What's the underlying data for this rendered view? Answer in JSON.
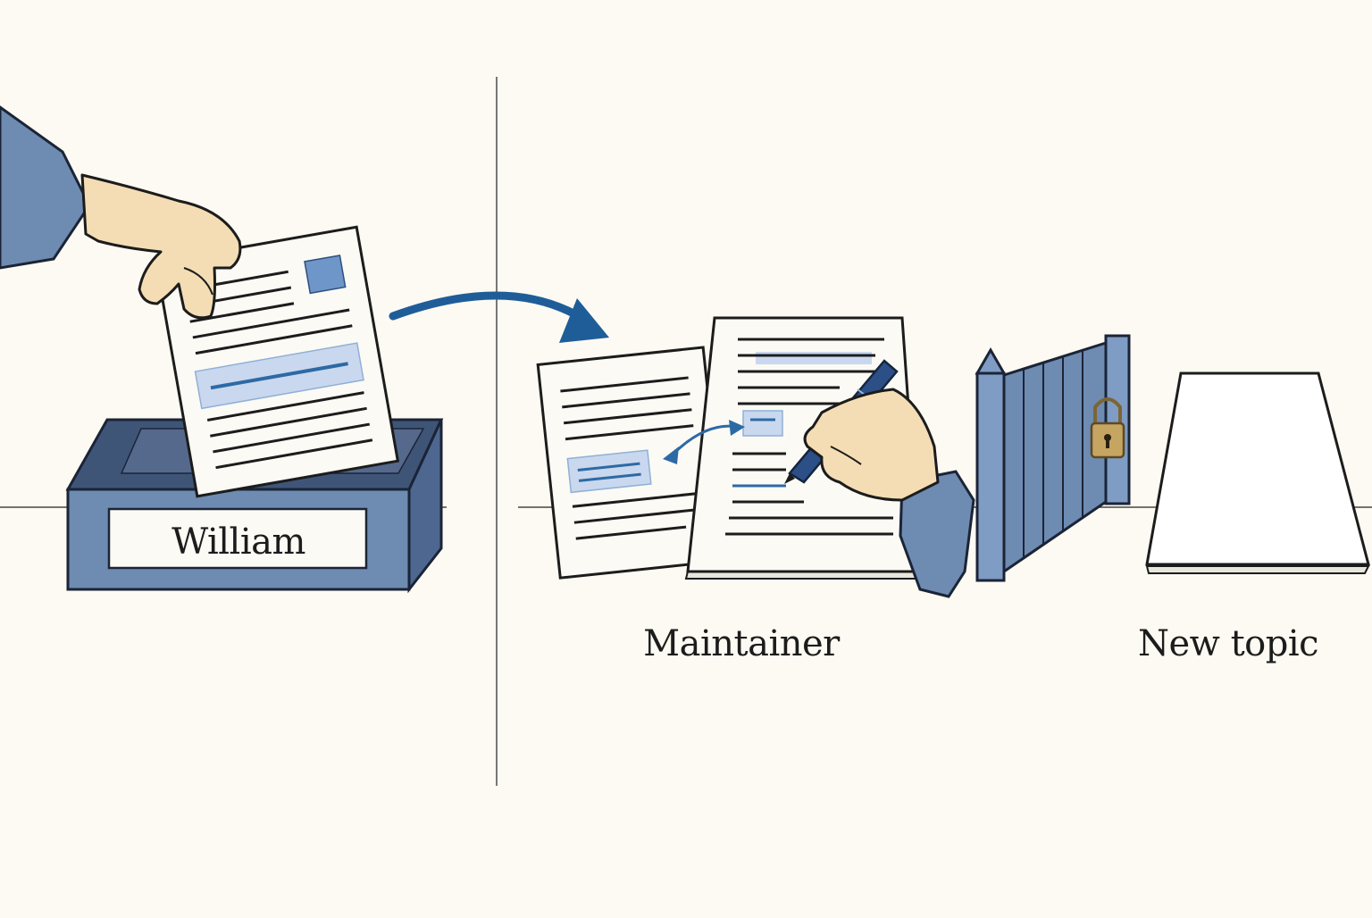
{
  "left_panel": {
    "inbox_label": "William",
    "icons": [
      "hand-icon",
      "document-icon",
      "inbox-tray-icon"
    ]
  },
  "flow_arrow": "arrow-right-icon",
  "right_panel": {
    "maintainer_label": "Maintainer",
    "new_topic_label": "New topic",
    "icons": [
      "document-icon",
      "pen-icon",
      "hand-icon",
      "gate-icon",
      "padlock-icon",
      "blank-page-icon"
    ]
  },
  "colors": {
    "background": "#fcfaf2",
    "accent_blue": "#2d6aa5",
    "sleeve_blue": "#6e8bb2",
    "highlight_blue": "#c9d8ee",
    "padlock_gold": "#c6a563",
    "ink": "#1c1c1c"
  }
}
